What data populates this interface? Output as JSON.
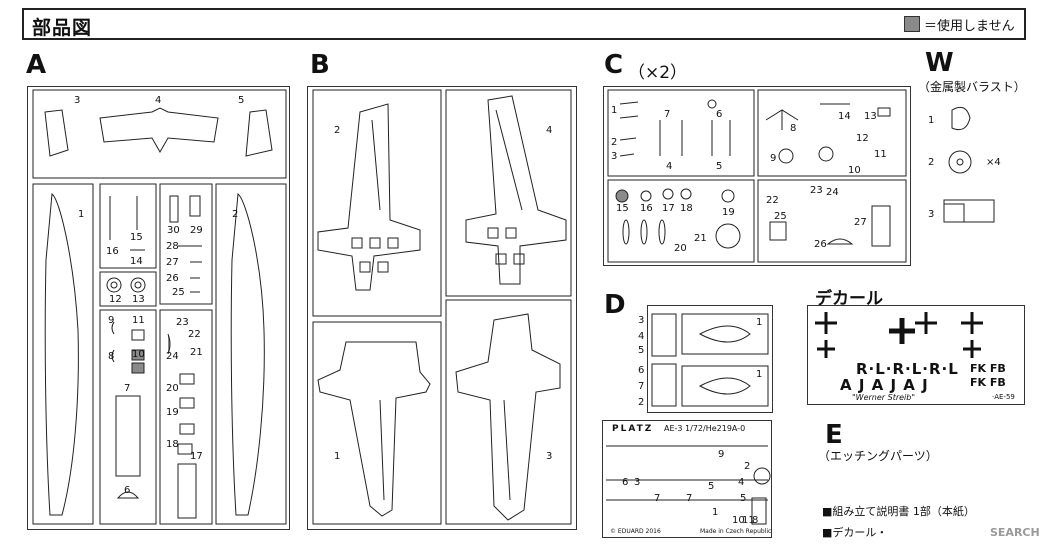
{
  "header": {
    "title": "部品図",
    "legend_text": "＝使用しません",
    "legend_color": "#8a8a8a"
  },
  "sections": {
    "A": {
      "label": "A"
    },
    "B": {
      "label": "B"
    },
    "C": {
      "label": "C",
      "qty": "（×2）"
    },
    "W": {
      "label": "W",
      "sub": "（金属製バラスト）",
      "qty": "×4"
    },
    "D": {
      "label": "D"
    },
    "decal": {
      "label": "デカール"
    },
    "E": {
      "label": "E",
      "sub": "（エッチングパーツ）"
    }
  },
  "part_numbers": {
    "A": [
      "3",
      "4",
      "5",
      "1",
      "2",
      "15",
      "16",
      "14",
      "12",
      "13",
      "30",
      "29",
      "28",
      "27",
      "26",
      "25",
      "9",
      "11",
      "8",
      "10",
      "7",
      "23",
      "22",
      "24",
      "21",
      "20",
      "19",
      "18",
      "17",
      "6"
    ],
    "B": [
      "2",
      "4",
      "1",
      "3"
    ],
    "C": [
      "1",
      "2",
      "3",
      "7",
      "6",
      "4",
      "5",
      "8",
      "14",
      "13",
      "12",
      "9",
      "10",
      "11",
      "15",
      "16",
      "17",
      "18",
      "19",
      "20",
      "21",
      "22",
      "23",
      "24",
      "25",
      "27",
      "26"
    ],
    "W": [
      "1",
      "2",
      "3"
    ],
    "D": [
      "3",
      "4",
      "5",
      "1",
      "6",
      "7",
      "2",
      "1"
    ],
    "E": [
      "9",
      "2",
      "6",
      "3",
      "7",
      "5",
      "7",
      "5",
      "4",
      "1",
      "10",
      "11",
      "8"
    ]
  },
  "decal_text": {
    "row1": "R·L·R·L·R·L",
    "row2": "A J A J A J",
    "fk": "FK  FB",
    "fk2": "FK  FB",
    "name": "\"Werner Streib\"",
    "serial": "·AE-59"
  },
  "etch_text": {
    "brand": "PLATZ",
    "code": "AE-3 1/72/He219A-0",
    "copyright": "© EDUARD 2016",
    "made_in": "Made in Czech Republic"
  },
  "notes": [
    "■組み立て説明書 1部（本紙）",
    "■デカール・"
  ],
  "watermark": "SEARCH"
}
